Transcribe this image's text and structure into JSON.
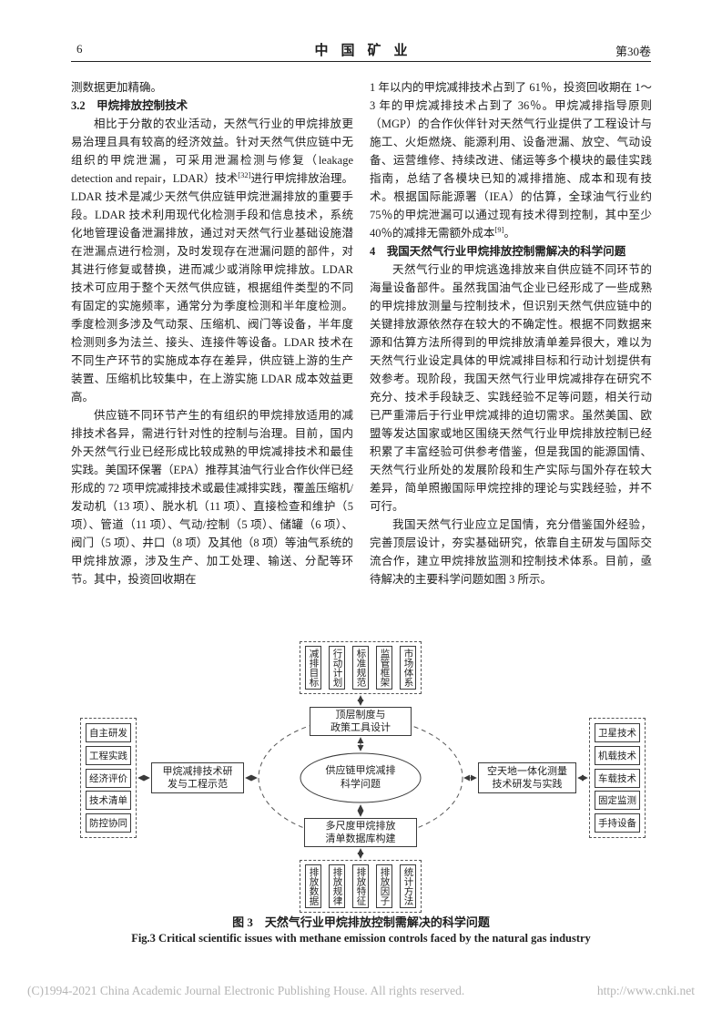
{
  "header": {
    "page_number": "6",
    "journal_title": "中国矿业",
    "volume": "第30卷"
  },
  "left_column": {
    "continuation": "测数据更加精确。",
    "heading_3_2": "3.2　甲烷排放控制技术",
    "p1a": "相比于分散的农业活动，天然气行业的甲烷排放更易治理且具有较高的经济效益。针对天然气供应链中无组织的甲烷泄漏，可采用泄漏检测与修复（leakage detection and repair，LDAR）技术",
    "p1_ref": "[32]",
    "p1b": "进行甲烷排放治理。LDAR 技术是减少天然气供应链甲烷泄漏排放的重要手段。LDAR 技术利用现代化检测手段和信息技术，系统化地管理设备泄漏排放，通过对天然气行业基础设施潜在泄漏点进行检测，及时发现存在泄漏问题的部件，对其进行修复或替换，进而减少或消除甲烷排放。LDAR 技术可应用于整个天然气供应链，根据组件类型的不同有固定的实施频率，通常分为季度检测和半年度检测。季度检测多涉及气动泵、压缩机、阀门等设备，半年度检测则多为法兰、接头、连接件等设备。LDAR 技术在不同生产环节的实施成本存在差异，供应链上游的生产装置、压缩机比较集中，在上游实施 LDAR 成本效益更高。",
    "p2": "供应链不同环节产生的有组织的甲烷排放适用的减排技术各异，需进行针对性的控制与治理。目前，国内外天然气行业已经形成比较成熟的甲烷减排技术和最佳实践。美国环保署（EPA）推荐其油气行业合作伙伴已经形成的 72 项甲烷减排技术或最佳减排实践，覆盖压缩机/发动机（13 项）、脱水机（11 项）、直接检查和维护（5 项）、管道（11 项）、气动/控制（5 项）、储罐（6 项）、阀门（5 项）、井口（8 项）及其他（8 项）等油气系统的甲烷排放源，涉及生产、加工处理、输送、分配等环节。其中，投资回收期在"
  },
  "right_column": {
    "p1a": "1 年以内的甲烷减排技术占到了 61％，投资回收期在 1～3 年的甲烷减排技术占到了 36％。甲烷减排指导原则（MGP）的合作伙伴针对天然气行业提供了工程设计与施工、火炬燃烧、能源利用、设备泄漏、放空、气动设备、运营维修、持续改进、储运等多个模块的最佳实践指南，总结了各模块已知的减排措施、成本和现有技术。根据国际能源署（IEA）的估算，全球油气行业约 75％的甲烷泄漏可以通过现有技术得到控制，其中至少 40％的减排无需额外成本",
    "p1_ref": "[9]",
    "p1b": "。",
    "heading_4": "4　我国天然气行业甲烷排放控制需解决的科学问题",
    "p2": "天然气行业的甲烷逃逸排放来自供应链不同环节的海量设备部件。虽然我国油气企业已经形成了一些成熟的甲烷排放测量与控制技术，但识别天然气供应链中的关键排放源依然存在较大的不确定性。根据不同数据来源和估算方法所得到的甲烷排放清单差异很大，难以为天然气行业设定具体的甲烷减排目标和行动计划提供有效参考。现阶段，我国天然气行业甲烷减排存在研究不充分、技术手段缺乏、实践经验不足等问题，相关行动已严重滞后于行业甲烷减排的迫切需求。虽然美国、欧盟等发达国家或地区围绕天然气行业甲烷排放控制已经积累了丰富经验可供参考借鉴，但是我国的能源国情、天然气行业所处的发展阶段和生产实际与国外存在较大差异，简单照搬国际甲烷控排的理论与实践经验，并不可行。",
    "p3": "我国天然气行业应立足国情，充分借鉴国外经验，完善顶层设计，夯实基础研究，依靠自主研发与国际交流合作，建立甲烷排放监测和控制技术体系。目前，亟待解决的主要科学问题如图 3 所示。"
  },
  "diagram": {
    "center": "供应链甲烷减排\n科学问题",
    "top_box": "顶层制度与\n政策工具设计",
    "left_box": "甲烷减排技术研\n发与工程示范",
    "right_box": "空天地一体化测量\n技术研发与实践",
    "bottom_box": "多尺度甲烷排放\n清单数据库构建",
    "top_items": [
      "减排目标",
      "行动计划",
      "标准规范",
      "监管框架",
      "市场体系"
    ],
    "left_items": [
      "自主研发",
      "工程实践",
      "经济评价",
      "技术清单",
      "防控协同"
    ],
    "right_items": [
      "卫星技术",
      "机载技术",
      "车载技术",
      "固定监测",
      "手持设备"
    ],
    "bottom_items": [
      "排放数据",
      "排放规律",
      "排放特征",
      "排放因子",
      "统计方法"
    ]
  },
  "figure_caption": {
    "zh": "图 3　天然气行业甲烷排放控制需解决的科学问题",
    "en": "Fig.3  Critical scientific issues with methane emission controls faced by the natural gas industry"
  },
  "footer": {
    "copyright": "(C)1994-2021 China Academic Journal Electronic Publishing House. All rights reserved.",
    "url": "http://www.cnki.net"
  }
}
